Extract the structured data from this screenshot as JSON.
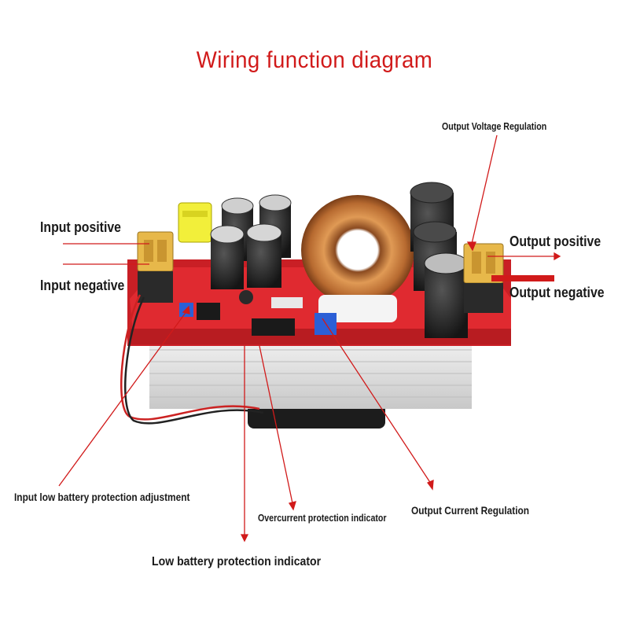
{
  "title": "Wiring function diagram",
  "labels": {
    "input_positive": "Input positive",
    "input_negative": "Input negative",
    "output_positive": "Output positive",
    "output_negative": "Output negative",
    "output_voltage_regulation": "Output Voltage Regulation",
    "input_low_battery_protection_adjustment": "Input low battery protection adjustment",
    "overcurrent_protection_indicator": "Overcurrent protection indicator",
    "output_current_regulation": "Output Current Regulation",
    "low_battery_protection_indicator": "Low battery protection indicator"
  },
  "colors": {
    "title": "#d11a1a",
    "arrow": "#d11a1a",
    "pcb": "#d9242a",
    "heatsink": "#d9d9d9",
    "copper": "#c9773a",
    "capacitor": "#2a2a2a",
    "terminal": "#e7b84a"
  }
}
